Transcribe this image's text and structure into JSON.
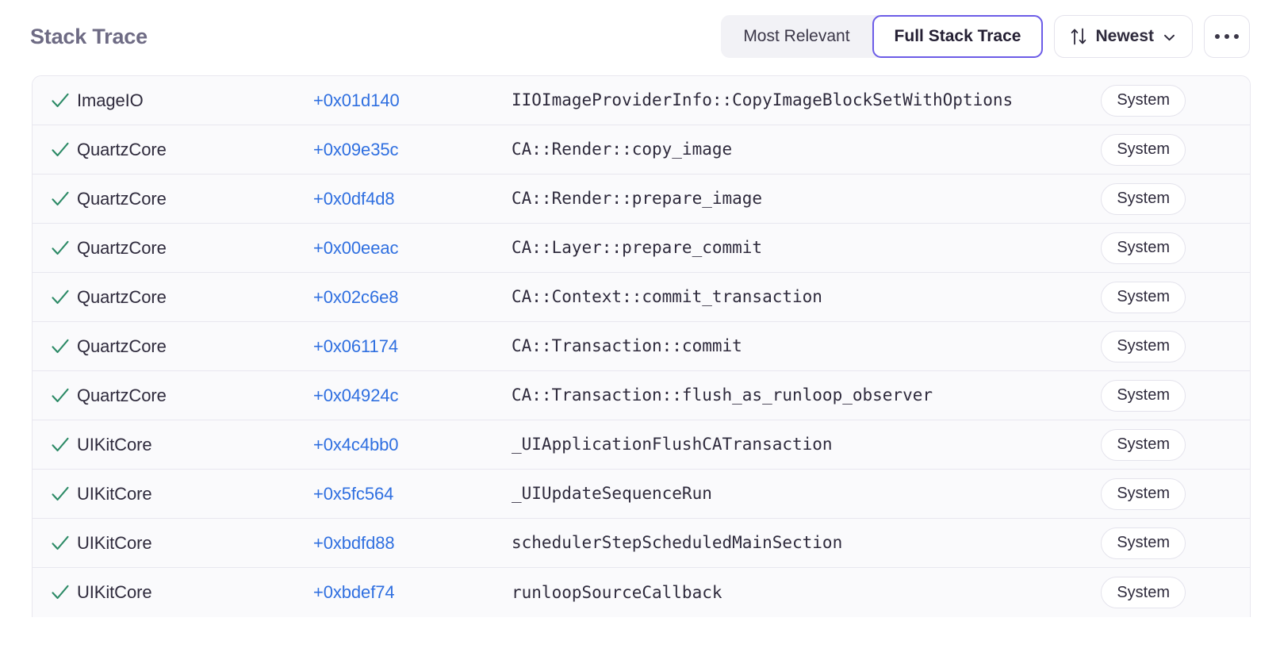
{
  "header": {
    "title": "Stack Trace",
    "segmented": {
      "options": [
        {
          "label": "Most Relevant",
          "active": false
        },
        {
          "label": "Full Stack Trace",
          "active": true
        }
      ]
    },
    "sort": {
      "label": "Newest",
      "sort_icon": "sort-updown-icon",
      "chevron_icon": "chevron-down-icon"
    },
    "more": {
      "icon": "ellipsis-horizontal-icon",
      "label": "..."
    }
  },
  "colors": {
    "accent": "#6c5ce7",
    "link": "#2f6fe0",
    "check": "#2c8a66",
    "title": "#6e6b84",
    "row_bg": "#fafafc",
    "border": "#e8e7ef"
  },
  "table": {
    "columns": [
      "status",
      "module",
      "offset",
      "function",
      "scope"
    ],
    "rows": [
      {
        "status_icon": "check-icon",
        "module": "ImageIO",
        "offset": "+0x01d140",
        "function": "IIOImageProviderInfo::CopyImageBlockSetWithOptions",
        "badge": "System"
      },
      {
        "status_icon": "check-icon",
        "module": "QuartzCore",
        "offset": "+0x09e35c",
        "function": "CA::Render::copy_image",
        "badge": "System"
      },
      {
        "status_icon": "check-icon",
        "module": "QuartzCore",
        "offset": "+0x0df4d8",
        "function": "CA::Render::prepare_image",
        "badge": "System"
      },
      {
        "status_icon": "check-icon",
        "module": "QuartzCore",
        "offset": "+0x00eeac",
        "function": "CA::Layer::prepare_commit",
        "badge": "System"
      },
      {
        "status_icon": "check-icon",
        "module": "QuartzCore",
        "offset": "+0x02c6e8",
        "function": "CA::Context::commit_transaction",
        "badge": "System"
      },
      {
        "status_icon": "check-icon",
        "module": "QuartzCore",
        "offset": "+0x061174",
        "function": "CA::Transaction::commit",
        "badge": "System"
      },
      {
        "status_icon": "check-icon",
        "module": "QuartzCore",
        "offset": "+0x04924c",
        "function": "CA::Transaction::flush_as_runloop_observer",
        "badge": "System"
      },
      {
        "status_icon": "check-icon",
        "module": "UIKitCore",
        "offset": "+0x4c4bb0",
        "function": "_UIApplicationFlushCATransaction",
        "badge": "System"
      },
      {
        "status_icon": "check-icon",
        "module": "UIKitCore",
        "offset": "+0x5fc564",
        "function": "_UIUpdateSequenceRun",
        "badge": "System"
      },
      {
        "status_icon": "check-icon",
        "module": "UIKitCore",
        "offset": "+0xbdfd88",
        "function": "schedulerStepScheduledMainSection",
        "badge": "System"
      },
      {
        "status_icon": "check-icon",
        "module": "UIKitCore",
        "offset": "+0xbdef74",
        "function": "runloopSourceCallback",
        "badge": "System"
      }
    ]
  }
}
